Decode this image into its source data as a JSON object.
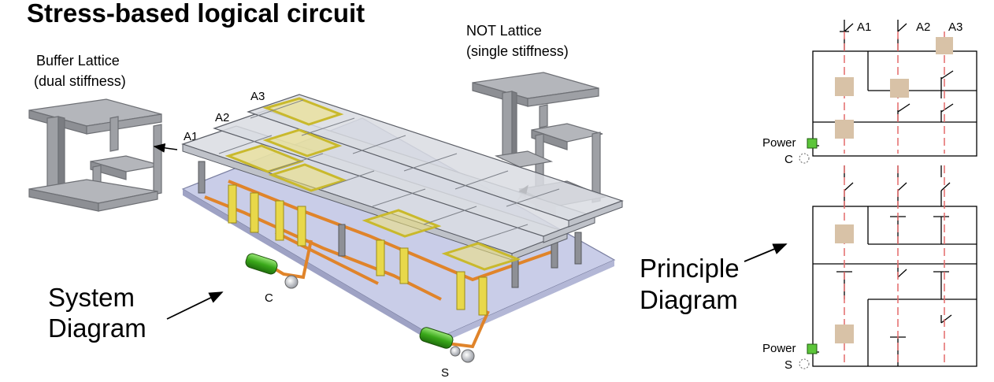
{
  "title": "Stress-based logical circuit",
  "buffer_lattice": {
    "line1": "Buffer Lattice",
    "line2": "(dual stiffness)"
  },
  "not_lattice": {
    "line1": "NOT Lattice",
    "line2": "(single stiffness)"
  },
  "inputs": [
    "A1",
    "A2",
    "A3"
  ],
  "system_diagram": {
    "line1": "System",
    "line2": "Diagram",
    "c_label": "C",
    "s_label": "S"
  },
  "principle_diagram": {
    "line1": "Principle",
    "line2": "Diagram",
    "switch_labels": [
      "A1",
      "A2",
      "A3"
    ],
    "power_top": "Power",
    "power_bottom": "Power",
    "c_label": "C",
    "s_label": "S"
  },
  "colors": {
    "lattice_gray": "#a9abb0",
    "plate": "#d8dbe0",
    "base": "#c9cde8",
    "wire_orange": "#e0842a",
    "highlight_yellow": "#e8d84a",
    "coil_green": "#4fbf2c",
    "block_tan": "#d8c2a7",
    "guide_red": "#e46a6a",
    "power_green": "#5cc53a"
  }
}
